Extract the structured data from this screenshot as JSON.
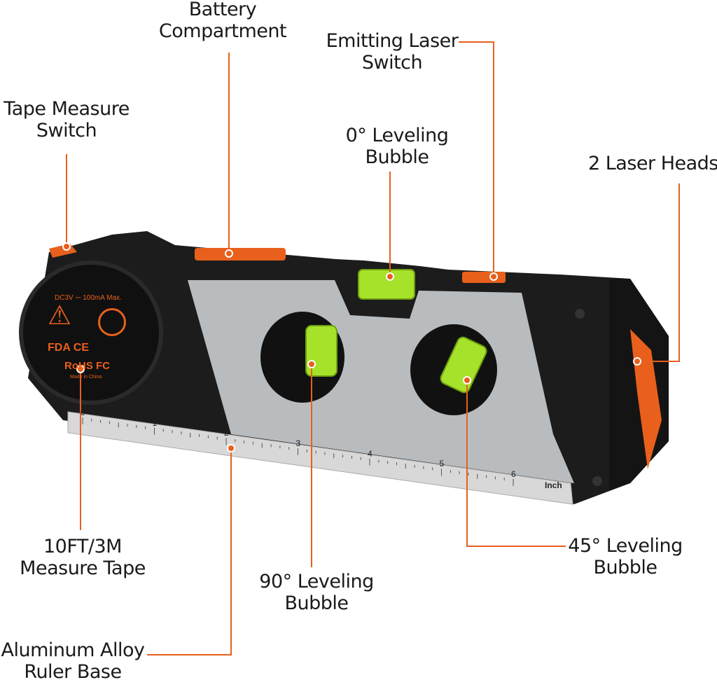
{
  "colors": {
    "accent": "#e8601c",
    "body": "#1c1c1c",
    "panel": "#b9bcbf",
    "bubble": "#a6e22a",
    "ruler": "#d8d8d8"
  },
  "callouts": {
    "tape_switch": [
      "Tape Measure",
      "Switch"
    ],
    "battery": [
      "Battery",
      "Compartment"
    ],
    "laser_switch": [
      "Emitting Laser",
      "Switch"
    ],
    "bubble_0": [
      "0° Leveling",
      "Bubble"
    ],
    "laser_heads": [
      "2 Laser Heads"
    ],
    "measure_tape": [
      "10FT/3M",
      "Measure Tape"
    ],
    "bubble_90": [
      "90° Leveling",
      "Bubble"
    ],
    "bubble_45": [
      "45° Leveling",
      "Bubble"
    ],
    "ruler_base": [
      "Aluminum Alloy",
      "Ruler Base"
    ]
  },
  "device": {
    "rating": "DC3V ⎓ 100mA Max.",
    "marks": [
      "FDA",
      "CE",
      "RoHS",
      "FC"
    ],
    "origin": "Made in China",
    "ruler_numbers": [
      "0",
      "1",
      "2",
      "3",
      "4",
      "5",
      "6"
    ],
    "ruler_unit": "Inch"
  }
}
